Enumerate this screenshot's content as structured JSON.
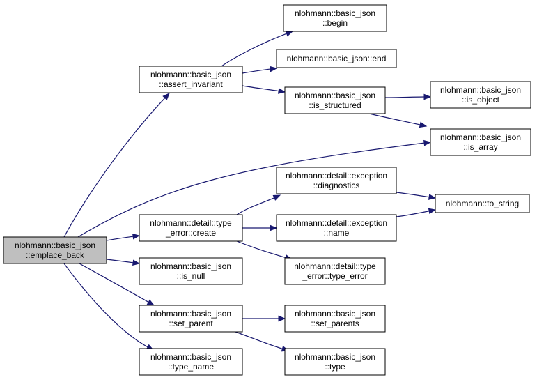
{
  "nodes": [
    {
      "id": "emplace_back",
      "lines": [
        "nlohmann::basic_json",
        "::emplace_back"
      ],
      "root": true
    },
    {
      "id": "assert_invariant",
      "lines": [
        "nlohmann::basic_json",
        "::assert_invariant"
      ]
    },
    {
      "id": "begin",
      "lines": [
        "nlohmann::basic_json",
        "::begin"
      ]
    },
    {
      "id": "end",
      "lines": [
        "nlohmann::basic_json::end"
      ]
    },
    {
      "id": "is_structured",
      "lines": [
        "nlohmann::basic_json",
        "::is_structured"
      ]
    },
    {
      "id": "is_object",
      "lines": [
        "nlohmann::basic_json",
        "::is_object"
      ]
    },
    {
      "id": "is_array",
      "lines": [
        "nlohmann::basic_json",
        "::is_array"
      ]
    },
    {
      "id": "diagnostics",
      "lines": [
        "nlohmann::detail::exception",
        "::diagnostics"
      ]
    },
    {
      "id": "to_string",
      "lines": [
        "nlohmann::to_string"
      ]
    },
    {
      "id": "type_error_create",
      "lines": [
        "nlohmann::detail::type",
        "_error::create"
      ]
    },
    {
      "id": "exception_name",
      "lines": [
        "nlohmann::detail::exception",
        "::name"
      ]
    },
    {
      "id": "type_error_ctor",
      "lines": [
        "nlohmann::detail::type",
        "_error::type_error"
      ]
    },
    {
      "id": "is_null",
      "lines": [
        "nlohmann::basic_json",
        "::is_null"
      ]
    },
    {
      "id": "set_parent",
      "lines": [
        "nlohmann::basic_json",
        "::set_parent"
      ]
    },
    {
      "id": "set_parents",
      "lines": [
        "nlohmann::basic_json",
        "::set_parents"
      ]
    },
    {
      "id": "type_name",
      "lines": [
        "nlohmann::basic_json",
        "::type_name"
      ]
    },
    {
      "id": "type",
      "lines": [
        "nlohmann::basic_json",
        "::type"
      ]
    }
  ],
  "edges": [
    {
      "from": "emplace_back",
      "to": "assert_invariant"
    },
    {
      "from": "emplace_back",
      "to": "is_array"
    },
    {
      "from": "emplace_back",
      "to": "type_error_create"
    },
    {
      "from": "emplace_back",
      "to": "is_null"
    },
    {
      "from": "emplace_back",
      "to": "set_parent"
    },
    {
      "from": "emplace_back",
      "to": "type_name"
    },
    {
      "from": "assert_invariant",
      "to": "begin"
    },
    {
      "from": "assert_invariant",
      "to": "end"
    },
    {
      "from": "assert_invariant",
      "to": "is_structured"
    },
    {
      "from": "is_structured",
      "to": "is_object"
    },
    {
      "from": "is_structured",
      "to": "is_array"
    },
    {
      "from": "type_error_create",
      "to": "diagnostics"
    },
    {
      "from": "type_error_create",
      "to": "exception_name"
    },
    {
      "from": "type_error_create",
      "to": "type_error_ctor"
    },
    {
      "from": "diagnostics",
      "to": "to_string"
    },
    {
      "from": "exception_name",
      "to": "to_string"
    },
    {
      "from": "set_parent",
      "to": "set_parents"
    },
    {
      "from": "set_parent",
      "to": "type"
    }
  ]
}
